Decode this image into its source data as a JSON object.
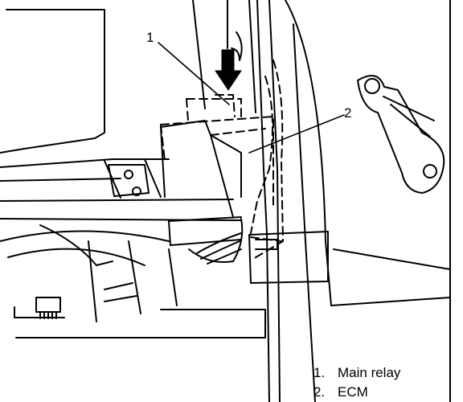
{
  "callouts": [
    {
      "label": "1"
    },
    {
      "label": "2"
    }
  ],
  "legend": [
    {
      "number": "1.",
      "text": "Main relay"
    },
    {
      "number": "2.",
      "text": "ECM"
    }
  ],
  "colors": {
    "line": "#000000",
    "background": "#ffffff"
  }
}
